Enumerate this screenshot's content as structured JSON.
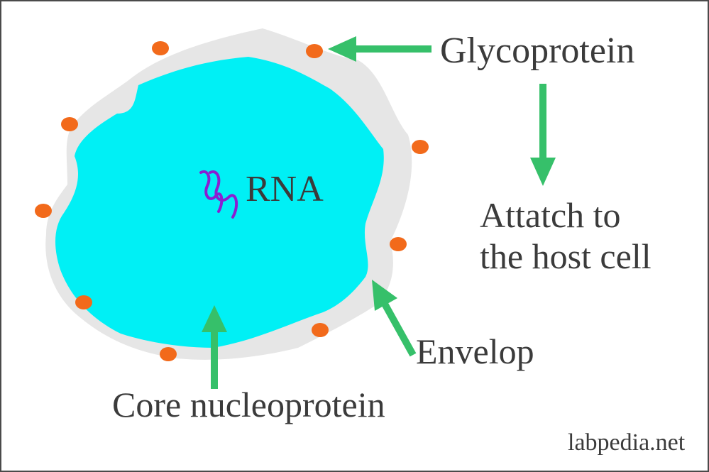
{
  "labels": {
    "glycoprotein": "Glycoprotein",
    "attach_line1": "Attatch to",
    "attach_line2": "the host cell",
    "rna": "RNA",
    "envelop": "Envelop",
    "core": "Core nucleoprotein"
  },
  "credit": "labpedia.net",
  "colors": {
    "core": "#00f0f5",
    "envelope": "#e6e6e6",
    "glycoprotein": "#f26a1b",
    "rna": "#8a1fd1",
    "arrow": "#36c06a",
    "text": "#3b3b3b",
    "border": "#4a4a4a"
  }
}
